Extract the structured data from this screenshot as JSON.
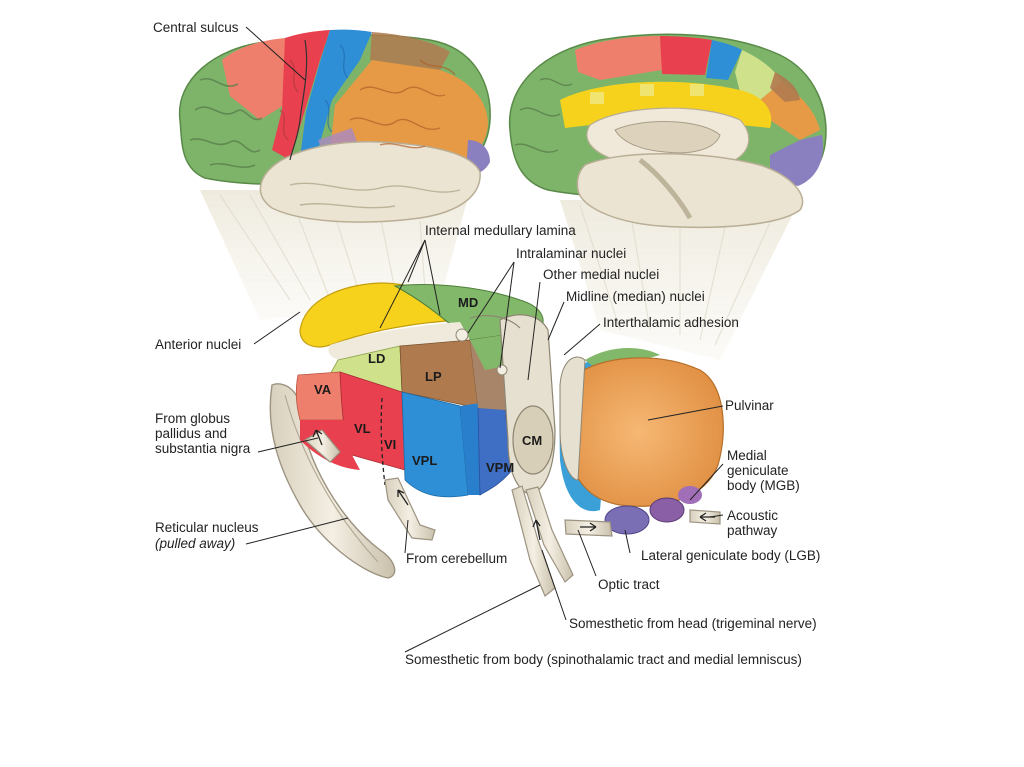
{
  "colors": {
    "motor_red": "#e8404f",
    "premotor_salmon": "#ee7f6c",
    "sensory_blue": "#2f8fd6",
    "parietal_orange": "#e69a45",
    "prefrontal_green": "#7db46a",
    "anterior_yellow": "#f7d21c",
    "lateral_dorsal_lime": "#cfe18a",
    "lateral_posterior_brown": "#b07a4f",
    "medial_dorsal_green": "#82b86a",
    "visual_purple": "#8a7fbf",
    "pulvinar_orange": "#f0a35c",
    "paper": "#ffffff"
  },
  "labels": {
    "central_sulcus": "Central sulcus",
    "internal_medullary_lamina": "Internal medullary lamina",
    "intralaminar_nuclei": "Intralaminar nuclei",
    "other_medial_nuclei": "Other medial nuclei",
    "midline_nuclei": "Midline (median) nuclei",
    "interthalamic_adhesion": "Interthalamic adhesion",
    "anterior_nuclei": "Anterior nuclei",
    "from_globus_pallidus": "From globus pallidus and substantia nigra",
    "reticular_nucleus": "Reticular nucleus",
    "pulled_away": "(pulled away)",
    "from_cerebellum": "From cerebellum",
    "pulvinar": "Pulvinar",
    "medial_geniculate": "Medial geniculate body (MGB)",
    "acoustic_pathway": "Acoustic pathway",
    "lateral_geniculate": "Lateral geniculate body (LGB)",
    "optic_tract": "Optic tract",
    "somesthetic_head": "Somesthetic from head (trigeminal nerve)",
    "somesthetic_body": "Somesthetic from body (spinothalamic tract and medial lemniscus)"
  },
  "nuclei": {
    "md": "MD",
    "ld": "LD",
    "lp": "LP",
    "va": "VA",
    "vl": "VL",
    "vi": "VI",
    "vpl": "VPL",
    "vpm": "VPM",
    "cm": "CM"
  }
}
